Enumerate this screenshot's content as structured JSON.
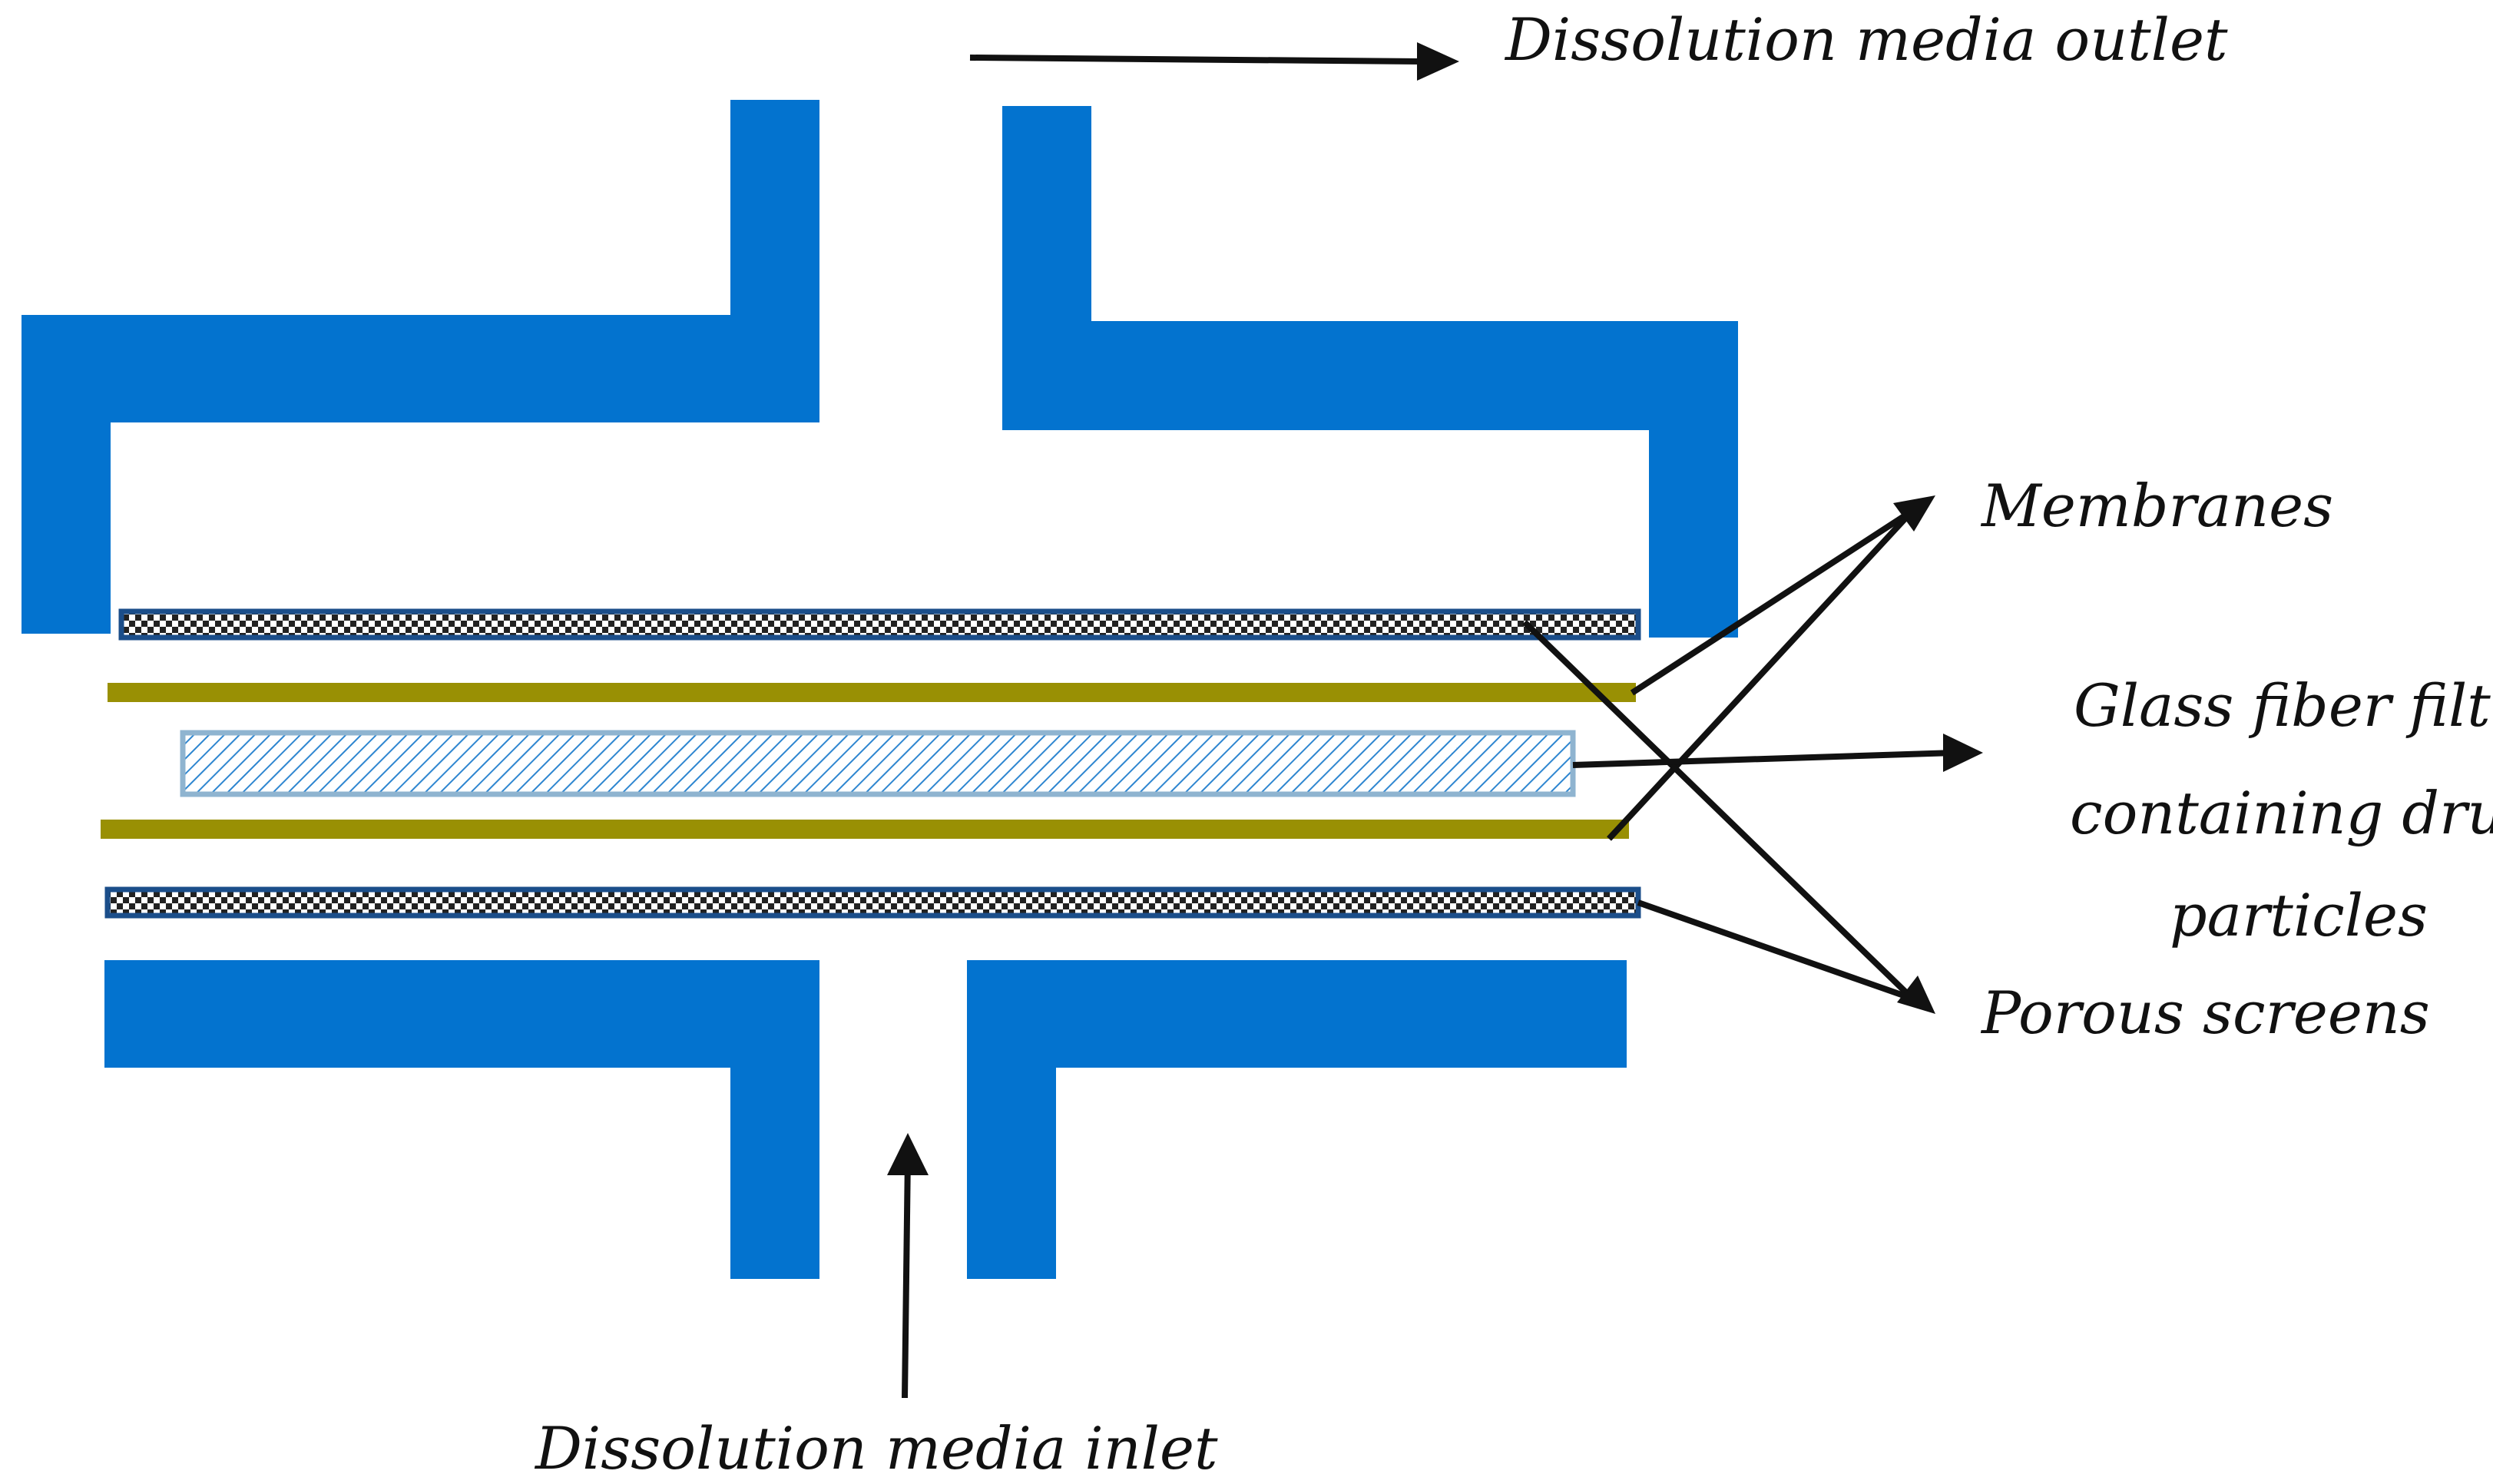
{
  "labels": {
    "outlet": "Dissolution media outlet",
    "inlet": "Dissolution media inlet",
    "membranes": "Membranes",
    "glass_filter_line1": "Glass fiber filter",
    "glass_filter_line2": "containing drug",
    "glass_filter_line3": "particles",
    "porous_screens": "Porous screens"
  },
  "colors": {
    "housing": "#0373CF",
    "membrane": "#999004",
    "screen_border": "#1B4E8A",
    "filter_border": "#8FB4D0",
    "filter_hatch": "#2E86D0",
    "arrow": "#111111"
  }
}
